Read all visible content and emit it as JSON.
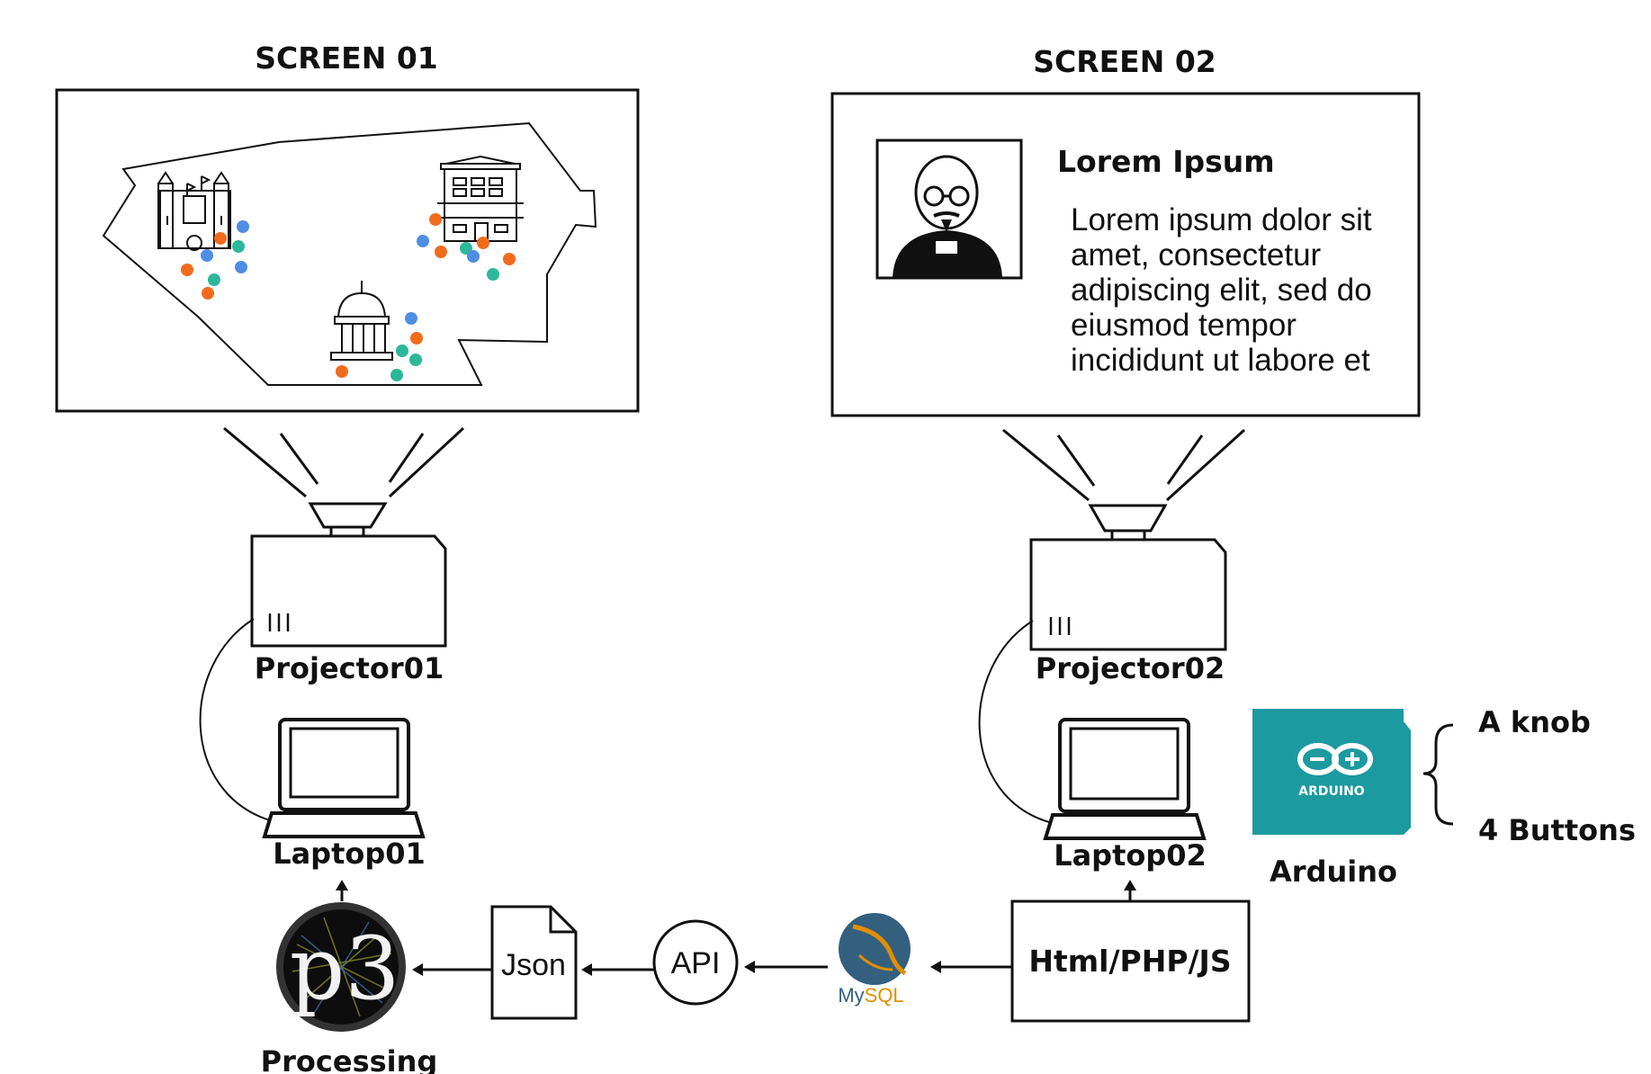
{
  "screen01": {
    "title": "SCREEN 01",
    "dot_colors": [
      "#f26b1d",
      "#4f8ee3",
      "#2cb89a"
    ]
  },
  "screen02": {
    "title": "SCREEN 02",
    "heading": "Lorem Ipsum",
    "lines": [
      "Lorem ipsum dolor sit",
      "amet, consectetur",
      "adipiscing elit, sed do",
      "eiusmod tempor",
      "incididunt ut labore et"
    ]
  },
  "nodes": {
    "projector01": "Projector01",
    "projector02": "Projector02",
    "laptop01": "Laptop01",
    "laptop02": "Laptop02",
    "processing": "Processing",
    "json": "Json",
    "api": "API",
    "mysql": "MySQL",
    "web": "Html/PHP/JS",
    "arduino_label": "Arduino",
    "arduino_logo": "ARDUINO"
  },
  "arduino_inputs": [
    "A knob",
    "4 Buttons"
  ],
  "colors": {
    "arduino": "#1b9aa0",
    "mysql_blue": "#33607f",
    "mysql_orange": "#e48e00"
  }
}
